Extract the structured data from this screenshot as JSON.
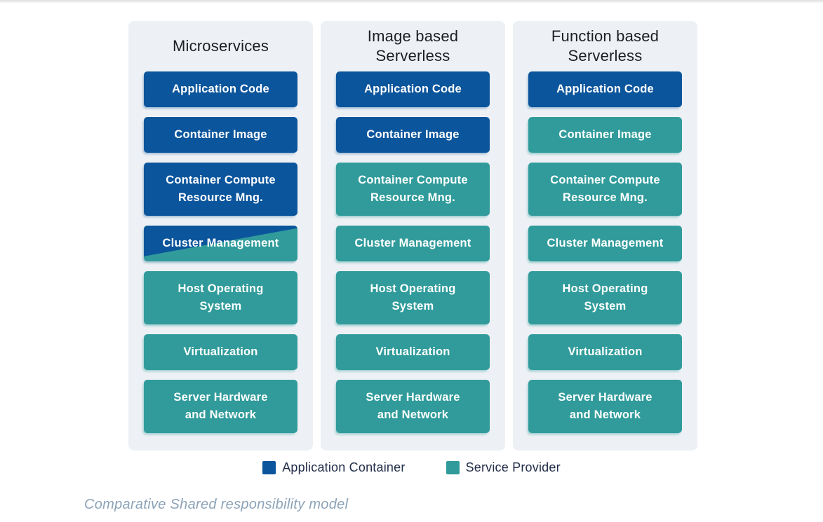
{
  "caption": "Comparative Shared responsibility model",
  "colors": {
    "application_container": "#0b559c",
    "service_provider": "#319b9b",
    "panel_background": "#edf1f5",
    "legend_text": "#222d49",
    "caption_text": "#8ca3b8"
  },
  "legend": {
    "items": [
      {
        "label": "Application Container",
        "color": "#0b559c"
      },
      {
        "label": "Service Provider",
        "color": "#319b9b"
      }
    ]
  },
  "columns": [
    {
      "title": "Microservices",
      "boxes": [
        {
          "label": "Application Code",
          "owner": "application-container"
        },
        {
          "label": "Container Image",
          "owner": "application-container"
        },
        {
          "label": "Container Compute\nResource Mng.",
          "owner": "application-container"
        },
        {
          "label": "Cluster Management",
          "owner": "split"
        },
        {
          "label": "Host Operating\nSystem",
          "owner": "service-provider"
        },
        {
          "label": "Virtualization",
          "owner": "service-provider"
        },
        {
          "label": "Server Hardware\nand Network",
          "owner": "service-provider"
        }
      ]
    },
    {
      "title": "Image based\nServerless",
      "boxes": [
        {
          "label": "Application Code",
          "owner": "application-container"
        },
        {
          "label": "Container Image",
          "owner": "application-container"
        },
        {
          "label": "Container Compute\nResource Mng.",
          "owner": "service-provider"
        },
        {
          "label": "Cluster Management",
          "owner": "service-provider"
        },
        {
          "label": "Host Operating\nSystem",
          "owner": "service-provider"
        },
        {
          "label": "Virtualization",
          "owner": "service-provider"
        },
        {
          "label": "Server Hardware\nand Network",
          "owner": "service-provider"
        }
      ]
    },
    {
      "title": "Function based\nServerless",
      "boxes": [
        {
          "label": "Application Code",
          "owner": "application-container"
        },
        {
          "label": "Container Image",
          "owner": "service-provider"
        },
        {
          "label": "Container Compute\nResource Mng.",
          "owner": "service-provider"
        },
        {
          "label": "Cluster Management",
          "owner": "service-provider"
        },
        {
          "label": "Host Operating\nSystem",
          "owner": "service-provider"
        },
        {
          "label": "Virtualization",
          "owner": "service-provider"
        },
        {
          "label": "Server Hardware\nand Network",
          "owner": "service-provider"
        }
      ]
    }
  ]
}
